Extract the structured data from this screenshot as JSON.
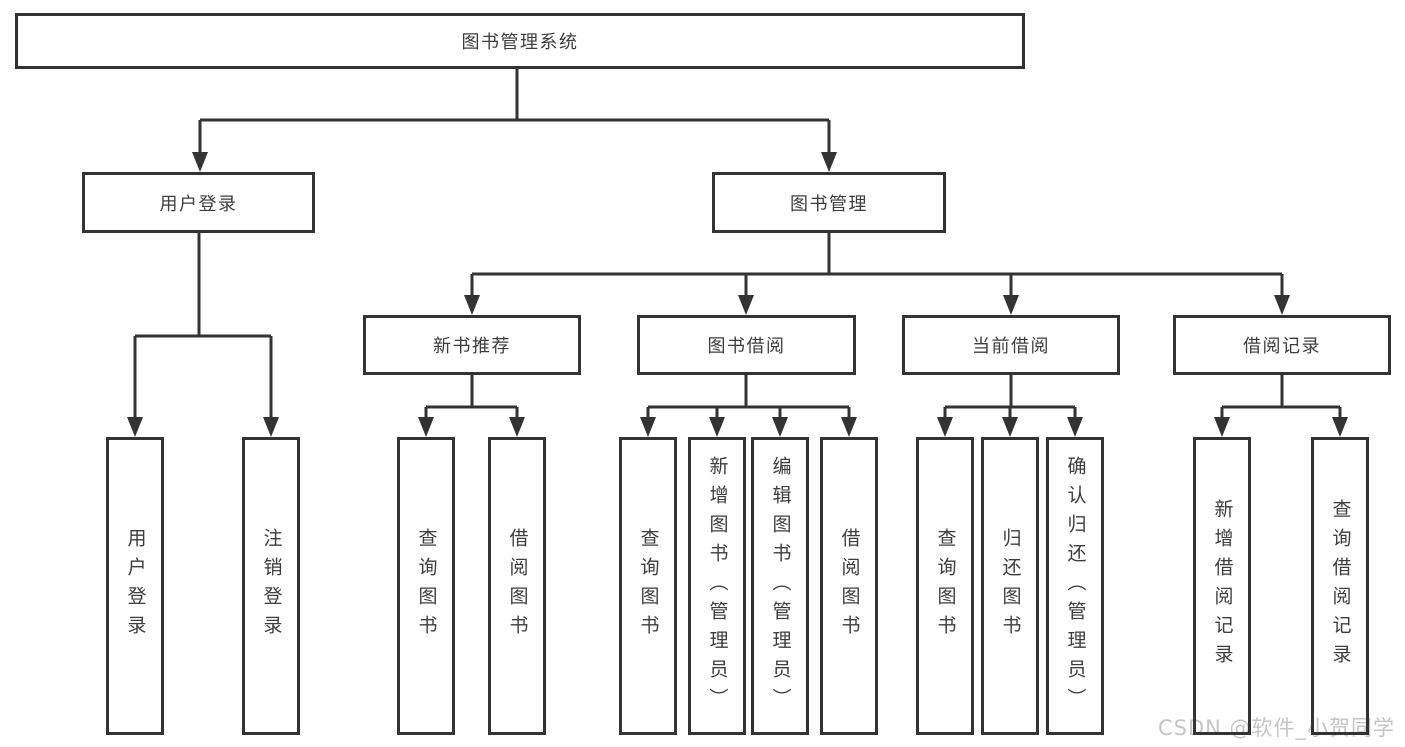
{
  "tree": {
    "label": "图书管理系统",
    "children": [
      {
        "label": "用户登录",
        "children": [
          {
            "label": "用户登录"
          },
          {
            "label": "注销登录"
          }
        ]
      },
      {
        "label": "图书管理",
        "children": [
          {
            "label": "新书推荐",
            "children": [
              {
                "label": "查询图书"
              },
              {
                "label": "借阅图书"
              }
            ]
          },
          {
            "label": "图书借阅",
            "children": [
              {
                "label": "查询图书"
              },
              {
                "label": "新增图书（管理员）"
              },
              {
                "label": "编辑图书（管理员）"
              },
              {
                "label": "借阅图书"
              }
            ]
          },
          {
            "label": "当前借阅",
            "children": [
              {
                "label": "查询图书"
              },
              {
                "label": "归还图书"
              },
              {
                "label": "确认归还（管理员）"
              }
            ]
          },
          {
            "label": "借阅记录",
            "children": [
              {
                "label": "新增借阅记录"
              },
              {
                "label": "查询借阅记录"
              }
            ]
          }
        ]
      }
    ]
  },
  "watermark": "CSDN @软件_小贺同学",
  "colors": {
    "line": "#333333",
    "text": "#3d3d3d",
    "background": "#ffffff",
    "watermark": "#c5c5c5"
  }
}
